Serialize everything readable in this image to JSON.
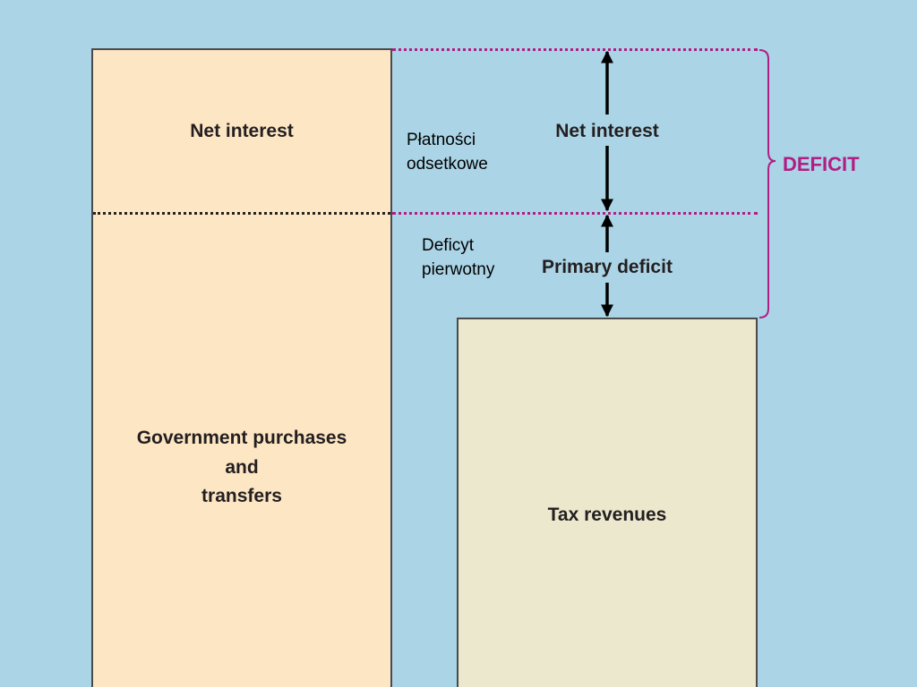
{
  "blocks": {
    "spending": {
      "net_interest": "Net interest",
      "lines": [
        "Government purchases",
        "and",
        "transfers"
      ]
    },
    "taxes": {
      "label": "Tax revenues"
    }
  },
  "gap": {
    "net_interest": "Net interest",
    "net_interest_note": [
      "Płatności",
      "odsetkowe"
    ],
    "primary_deficit": "Primary deficit",
    "primary_deficit_note": [
      "Deficyt",
      "pierwotny"
    ]
  },
  "deficit_label": "DEFICIT",
  "colors": {
    "background": "#abd4e6",
    "spending_fill": "#fde6c4",
    "tax_fill": "#ece8ce",
    "deficit_accent": "#b01e84"
  }
}
